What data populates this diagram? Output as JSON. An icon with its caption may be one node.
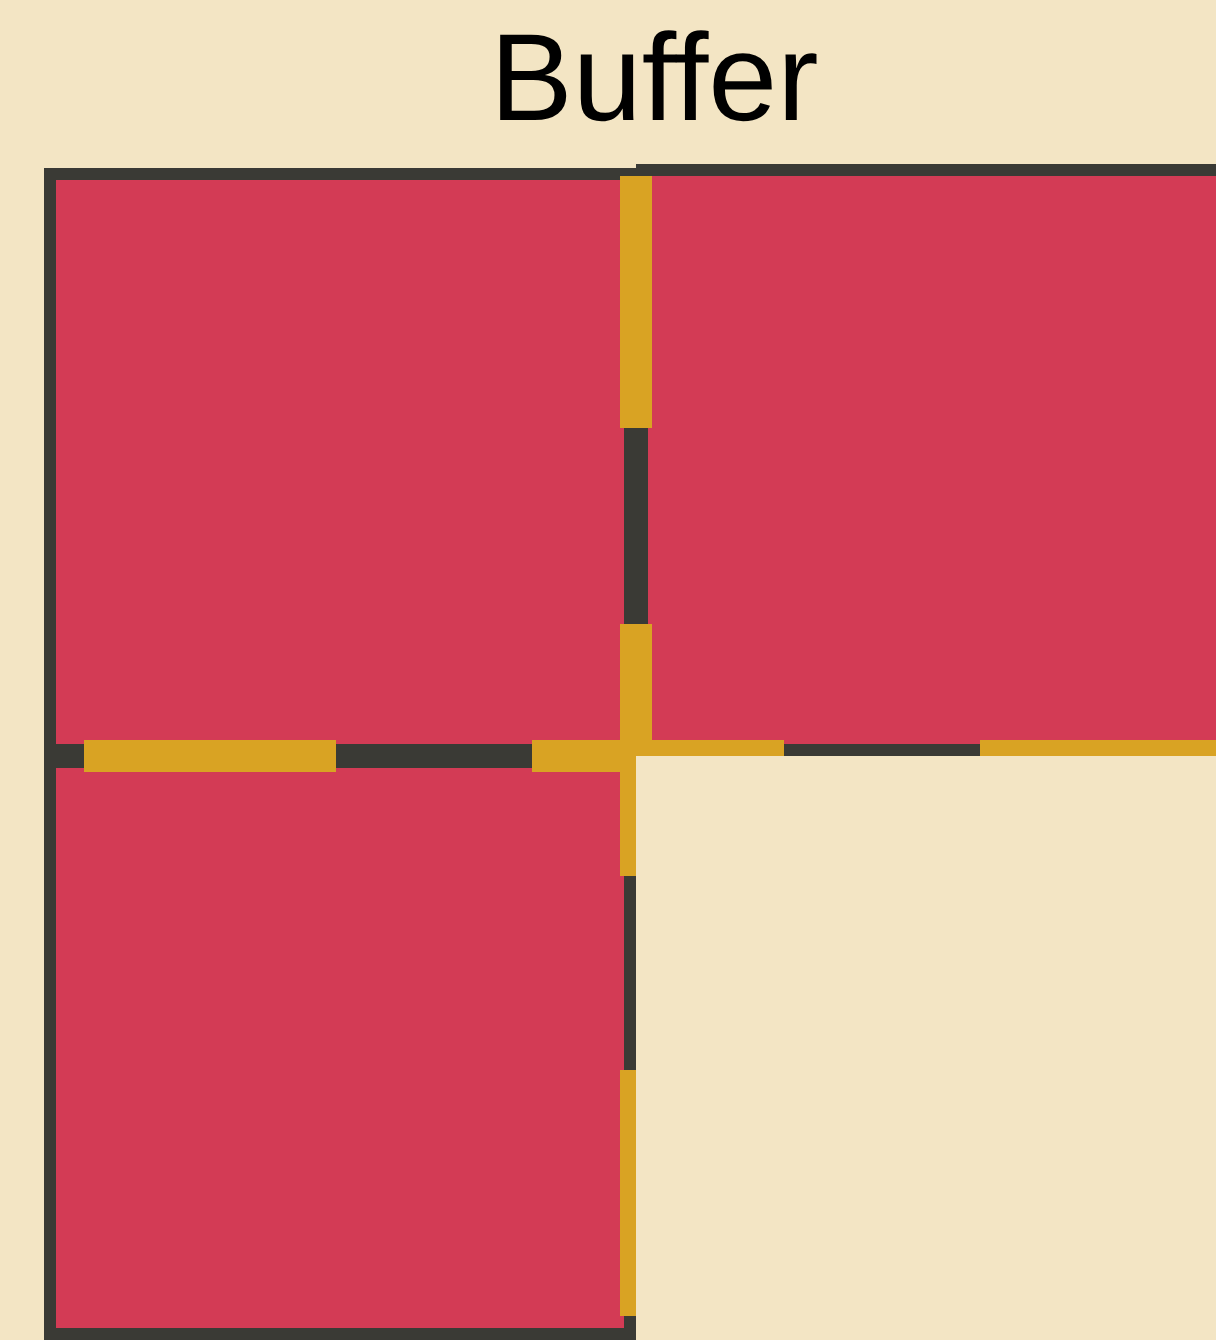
{
  "diagram": {
    "title": "Buffer",
    "nodes": [
      {
        "text": [],
        "shape": "box"
      },
      {
        "text": [],
        "shape": "box"
      },
      {
        "text": [],
        "shape": "box"
      }
    ]
  }
}
